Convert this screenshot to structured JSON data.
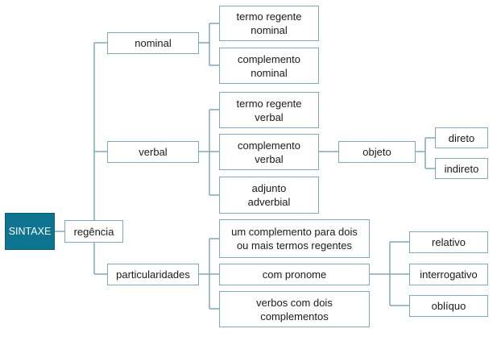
{
  "root": "SINTAXE",
  "regencia": "regência",
  "nominal": {
    "label": "nominal",
    "children": [
      "termo regente\nnominal",
      "complemento\nnominal"
    ]
  },
  "verbal": {
    "label": "verbal",
    "children": [
      "termo regente\nverbal",
      "complemento\nverbal",
      "adjunto\nadverbial"
    ],
    "objeto": {
      "label": "objeto",
      "children": [
        "direto",
        "indireto"
      ]
    }
  },
  "particularidades": {
    "label": "particularidades",
    "children": [
      "um complemento para dois\nou mais termos regentes",
      "com pronome",
      "verbos com dois\ncomplementos"
    ],
    "pronome_types": [
      "relativo",
      "interrogativo",
      "oblíquo"
    ]
  },
  "colors": {
    "root_fill": "#0e7490",
    "line": "#7fa9b6"
  }
}
